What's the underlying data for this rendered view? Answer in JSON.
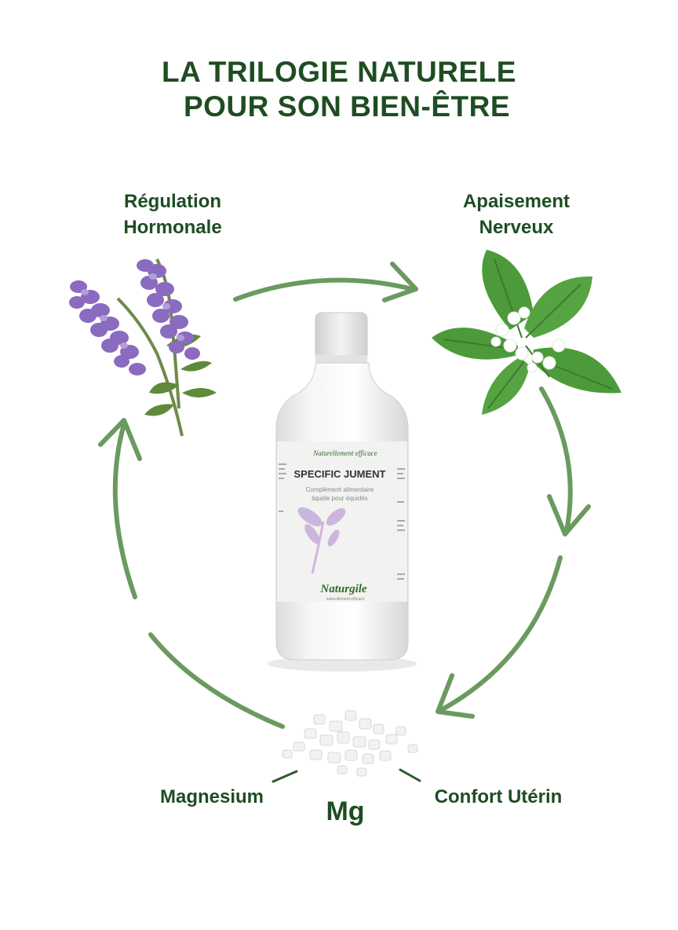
{
  "title": {
    "line1": "LA TRILOGIE NATURELE",
    "line2": "POUR SON BIEN-ÊTRE"
  },
  "benefits": {
    "top_left": {
      "line1": "Régulation",
      "line2": "Hormonale"
    },
    "top_right": {
      "line1": "Apaisement",
      "line2": "Nerveux"
    },
    "bottom_left": "Magnesium",
    "bottom_right": "Confort Utérin",
    "center_symbol": "Mg"
  },
  "product": {
    "tagline": "Naturellement efficace",
    "name": "SPECIFIC JUMENT",
    "subtitle_1": "Complément alimentaire",
    "subtitle_2": "liquide pour équidés",
    "brand": "Naturgile",
    "brand_tagline": "naturellement efficace"
  },
  "colors": {
    "title_green": "#1e4d22",
    "arrow_green": "#6a9a5f",
    "lavender": "#8a6bbf",
    "mint": "#4c9a3a",
    "dragonfly": "#c9b0dc"
  },
  "icons": [
    "lavender-sprig-icon",
    "mint-leaves-icon",
    "magnesium-crystals-icon",
    "dragonfly-logo-icon",
    "cycle-arrows-icon"
  ]
}
